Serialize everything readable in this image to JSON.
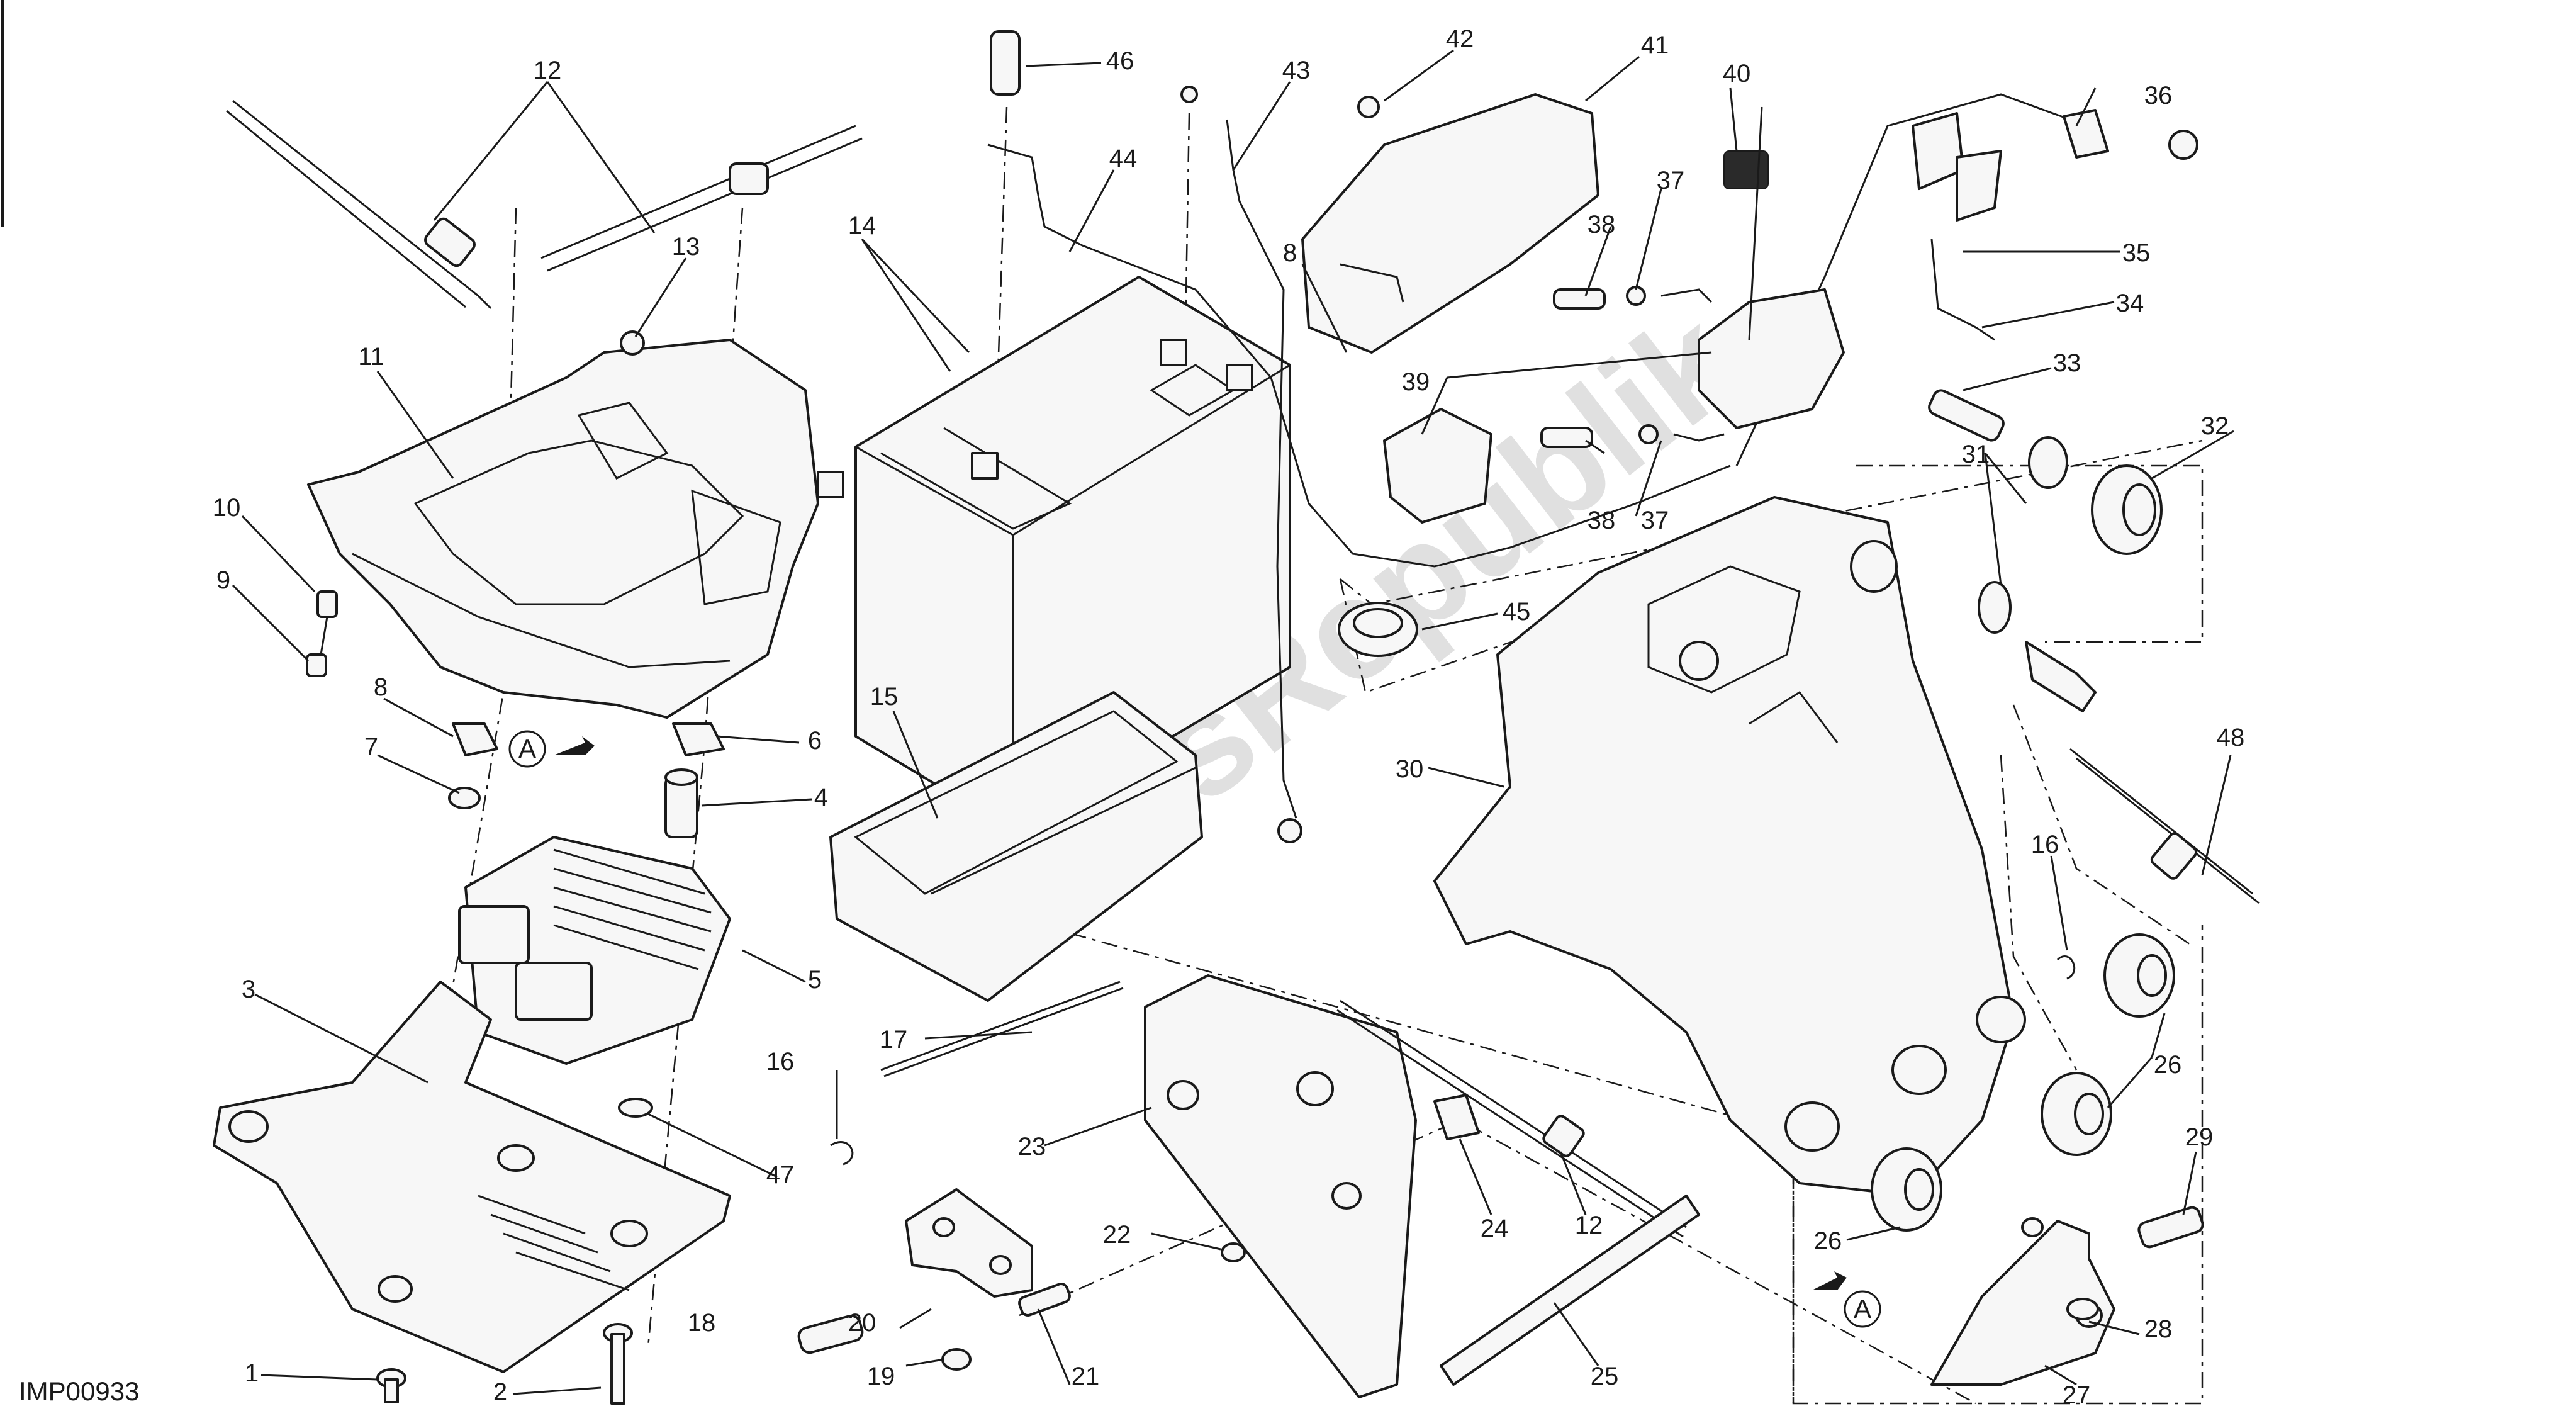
{
  "drawing_code": "IMP00933",
  "watermark": "PartsRepublik",
  "section_marker": "A",
  "part_numbers": [
    "1",
    "2",
    "3",
    "4",
    "5",
    "6",
    "7",
    "8",
    "9",
    "10",
    "11",
    "12",
    "13",
    "14",
    "15",
    "16",
    "17",
    "18",
    "19",
    "20",
    "21",
    "22",
    "23",
    "24",
    "25",
    "26",
    "27",
    "28",
    "29",
    "30",
    "31",
    "32",
    "33",
    "34",
    "35",
    "36",
    "37",
    "38",
    "39",
    "40",
    "41",
    "42",
    "43",
    "44",
    "45",
    "46",
    "47",
    "48"
  ]
}
